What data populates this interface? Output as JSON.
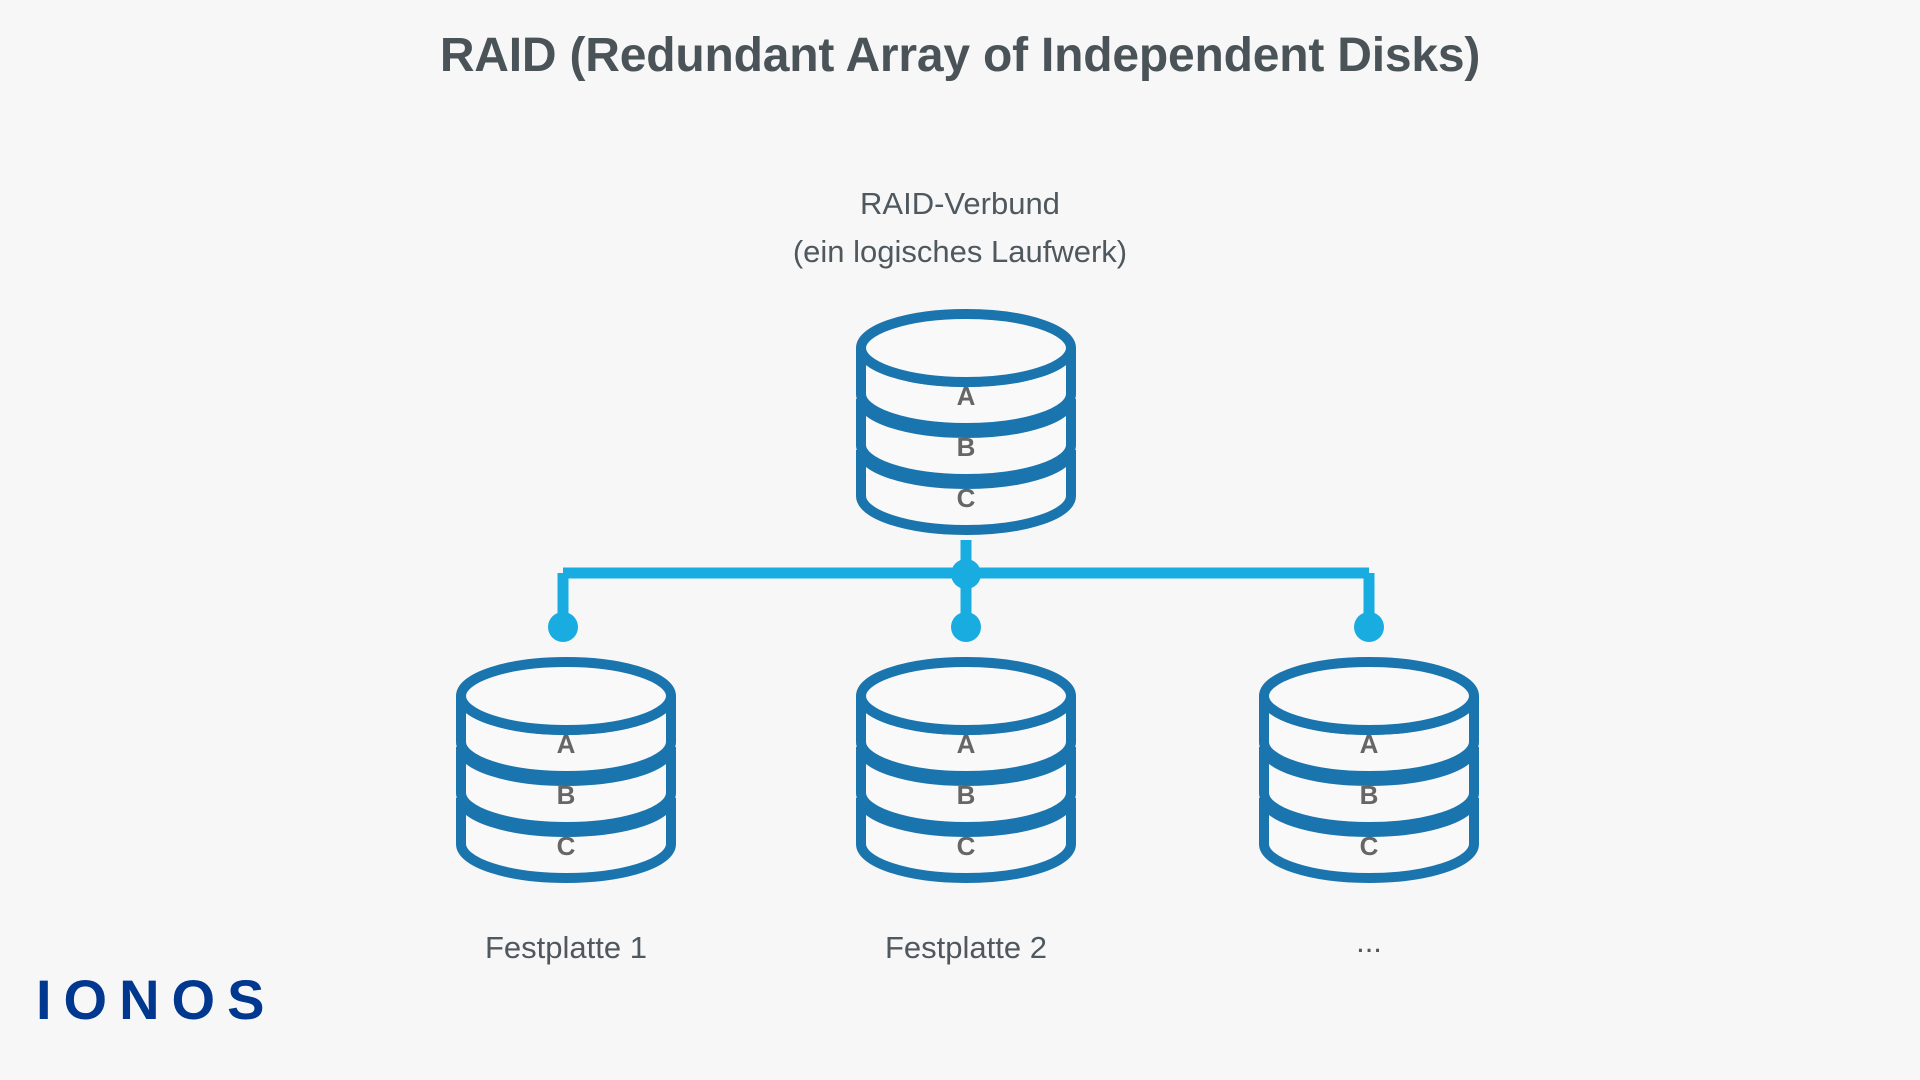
{
  "page": {
    "background_color": "#f7f7f7",
    "title": "RAID (Redundant Array of Independent Disks)",
    "title_color": "#4a5358"
  },
  "colors": {
    "disk_stroke": "#1a74ad",
    "disk_fill": "#f9f9f9",
    "connector": "#19ace0",
    "label_text": "#666666",
    "caption_text": "#4e585e",
    "logo": "#00388f"
  },
  "array_node": {
    "label_line1": "RAID-Verbund",
    "label_line2": "(ein logisches Laufwerk)",
    "disk": {
      "name": "raid-array-disk",
      "platters": [
        "A",
        "B",
        "C"
      ]
    }
  },
  "disks": [
    {
      "id": "festplatte-1",
      "caption": "Festplatte 1",
      "platters": [
        "A",
        "B",
        "C"
      ]
    },
    {
      "id": "festplatte-2",
      "caption": "Festplatte 2",
      "platters": [
        "A",
        "B",
        "C"
      ]
    },
    {
      "id": "festplatte-more",
      "caption": "...",
      "platters": [
        "A",
        "B",
        "C"
      ]
    }
  ],
  "connector": {
    "name": "raid-connector-tree",
    "node_count": 3,
    "color": "#19ace0"
  },
  "logo": {
    "text": "IONOS",
    "color": "#00388f"
  }
}
